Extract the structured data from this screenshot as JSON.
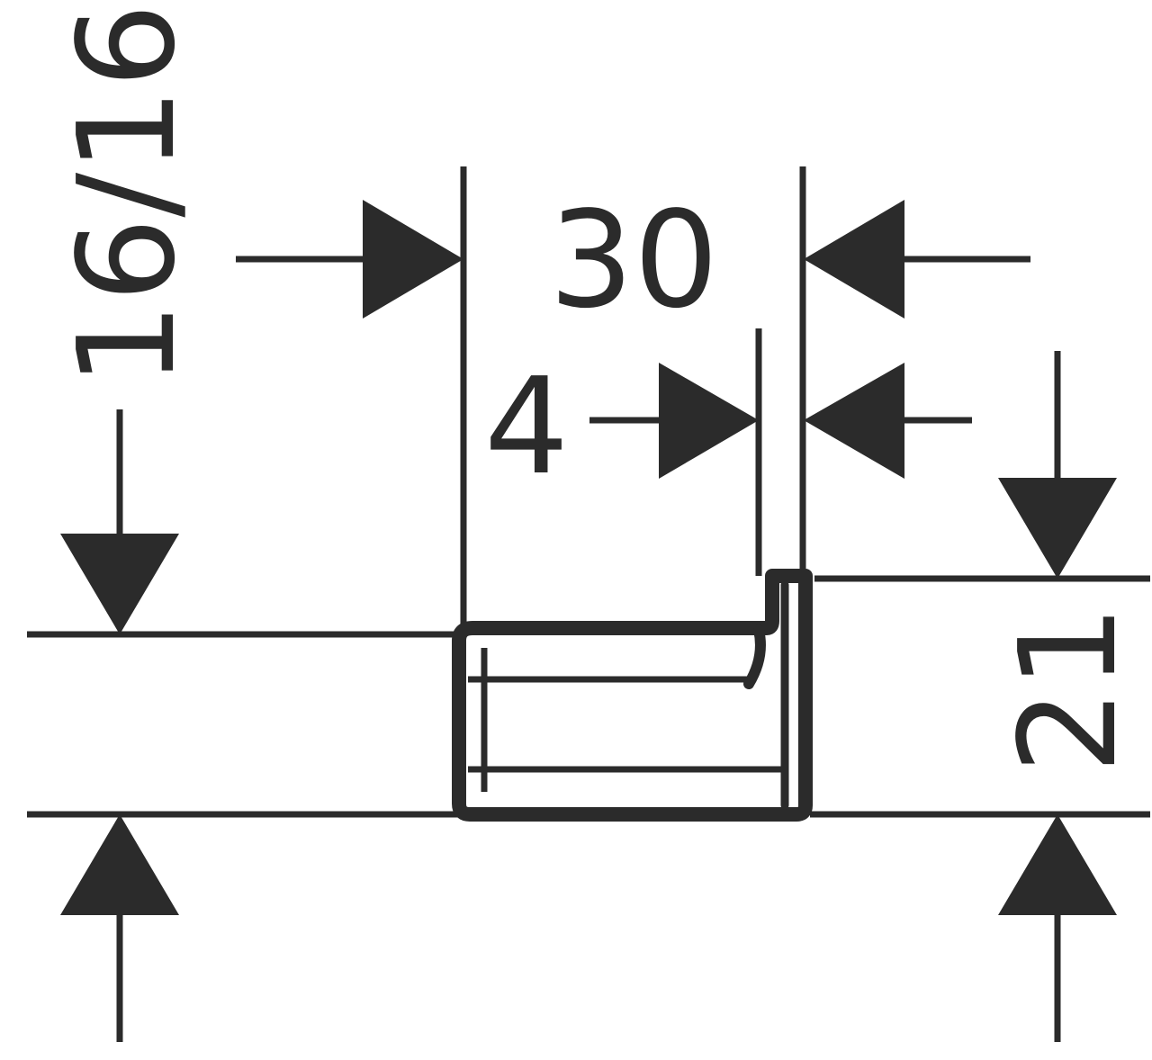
{
  "drawing": {
    "line_color": "#2b2b2b",
    "background_color": "#ffffff",
    "dimensions": {
      "height_16_16": "16/16",
      "width_30": "30",
      "offset_4": "4",
      "height_21": "21"
    }
  }
}
